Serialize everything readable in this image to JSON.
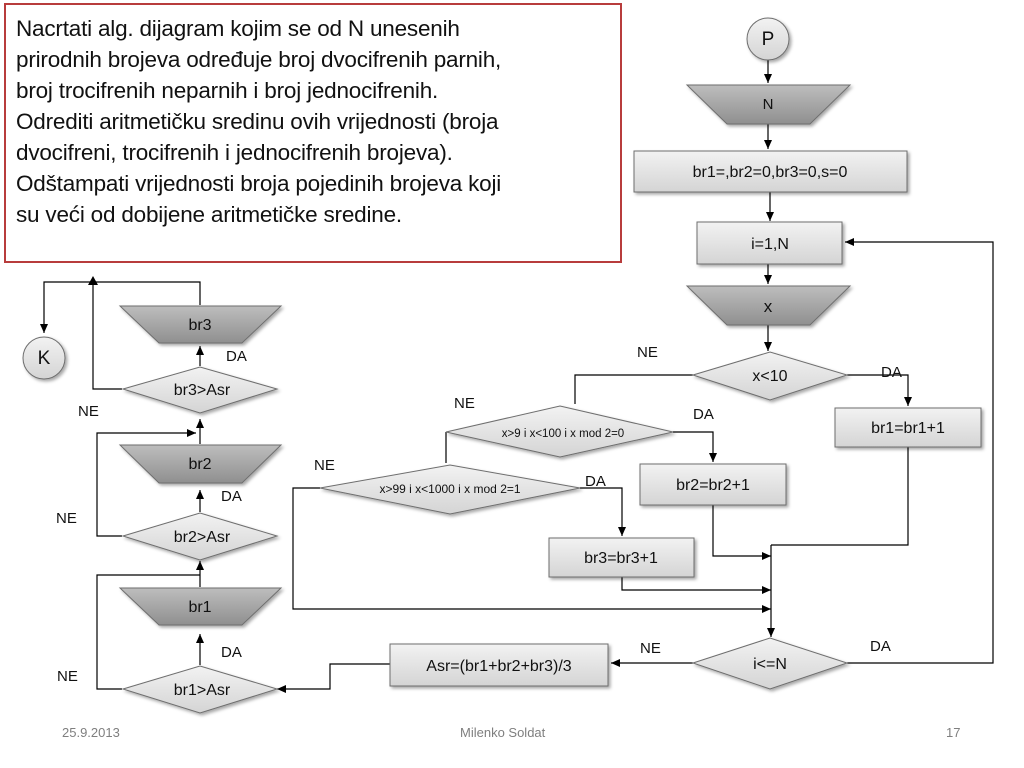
{
  "task": {
    "text": "Nacrtati alg. dijagram kojim se od N unesenih\nprirodnih brojeva određuje broj dvocifrenih parnih,\nbroj trocifrenih neparnih i broj jednocifrenih.\nOdrediti aritmetičku sredinu ovih vrijednosti (broja\ndvocifreni, trocifrenih i jednocifrenih brojeva).\nOdštampati vrijednosti broja pojedinih brojeva koji\nsu veći od dobijene aritmetičke sredine."
  },
  "flowchart": {
    "start": "P",
    "end": "K",
    "input_n": "N",
    "init": "br1=,br2=0,br3=0,s=0",
    "loop": "i=1,N",
    "input_x": "x",
    "cond_one_digit": "x<10",
    "cond_two_digit": "x>9 i x<100 i x mod 2=0",
    "cond_three_digit": "x>99 i x<1000 i x mod 2=1",
    "inc_br1": "br1=br1+1",
    "inc_br2": "br2=br2+1",
    "inc_br3": "br3=br3+1",
    "loop_cond": "i<=N",
    "mean": "Asr=(br1+br2+br3)/3",
    "cmp_br1": "br1>Asr",
    "cmp_br2": "br2>Asr",
    "cmp_br3": "br3>Asr",
    "out_br1": "br1",
    "out_br2": "br2",
    "out_br3": "br3",
    "yes": "DA",
    "no": "NE"
  },
  "footer": {
    "date": "25.9.2013",
    "author": "Milenko Soldat",
    "page": "17"
  },
  "colors": {
    "border_red": "#b83c3c",
    "box_fill": "#e6e6e6",
    "io_fill": "#a6a6a6",
    "line": "#000000"
  }
}
